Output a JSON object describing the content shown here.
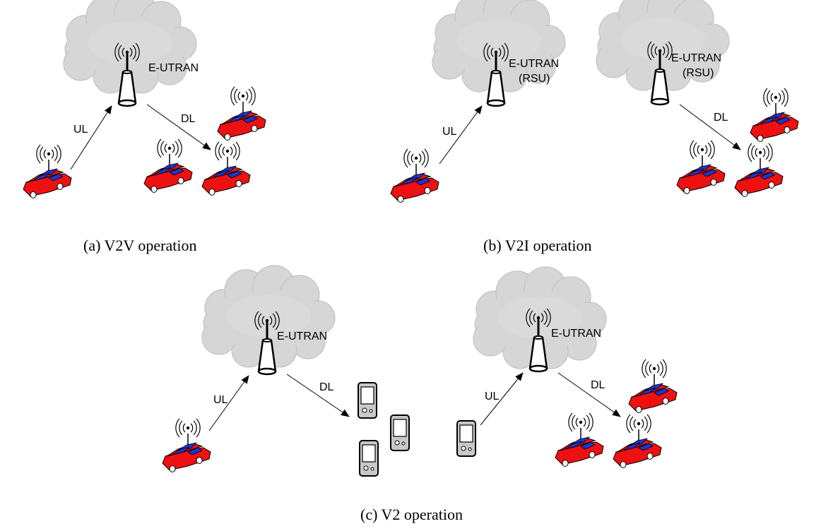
{
  "panels": {
    "a": {
      "caption": "(a) V2V operation",
      "station_label": "E-UTRAN",
      "ul_label": "UL",
      "dl_label": "DL"
    },
    "b": {
      "caption": "(b) V2I operation",
      "left_station_label_1": "E-UTRAN",
      "left_station_label_2": "(RSU)",
      "right_station_label_1": "E-UTRAN",
      "right_station_label_2": "(RSU)",
      "ul_label": "UL",
      "dl_label": "DL"
    },
    "c": {
      "caption": "(c) V2 operation",
      "left_station_label": "E-UTRAN",
      "right_station_label": "E-UTRAN",
      "left_ul_label": "UL",
      "left_dl_label": "DL",
      "right_ul_label": "UL",
      "right_dl_label": "DL"
    }
  },
  "colors": {
    "car_body": "#ee1111",
    "car_window": "#2233cc",
    "cloud": "#d6d6d6",
    "tower": "#ffffff"
  }
}
